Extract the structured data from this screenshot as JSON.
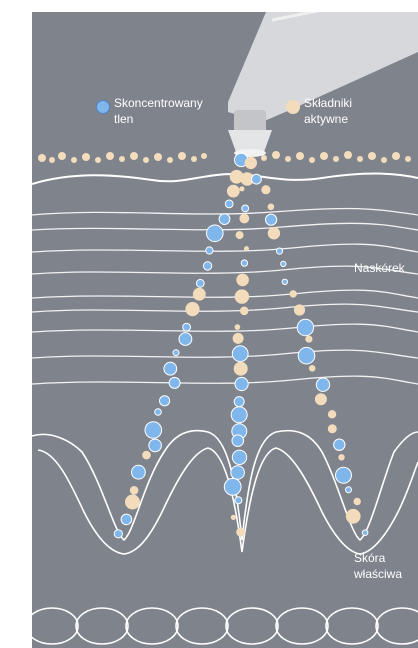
{
  "legend": {
    "oxygen": {
      "line1": "Skoncentrowany",
      "line2": "tlen",
      "color": "#7fb6ec"
    },
    "actives": {
      "line1": "Składniki",
      "line2": "aktywne",
      "color": "#f3dcbc"
    }
  },
  "labels": {
    "epidermis": "Naskórek",
    "dermis_line1": "Skóra",
    "dermis_line2": "właściwa"
  },
  "colors": {
    "background": "#7f838c",
    "lines": "#ffffff",
    "nozzle": "#c9cbcf"
  }
}
